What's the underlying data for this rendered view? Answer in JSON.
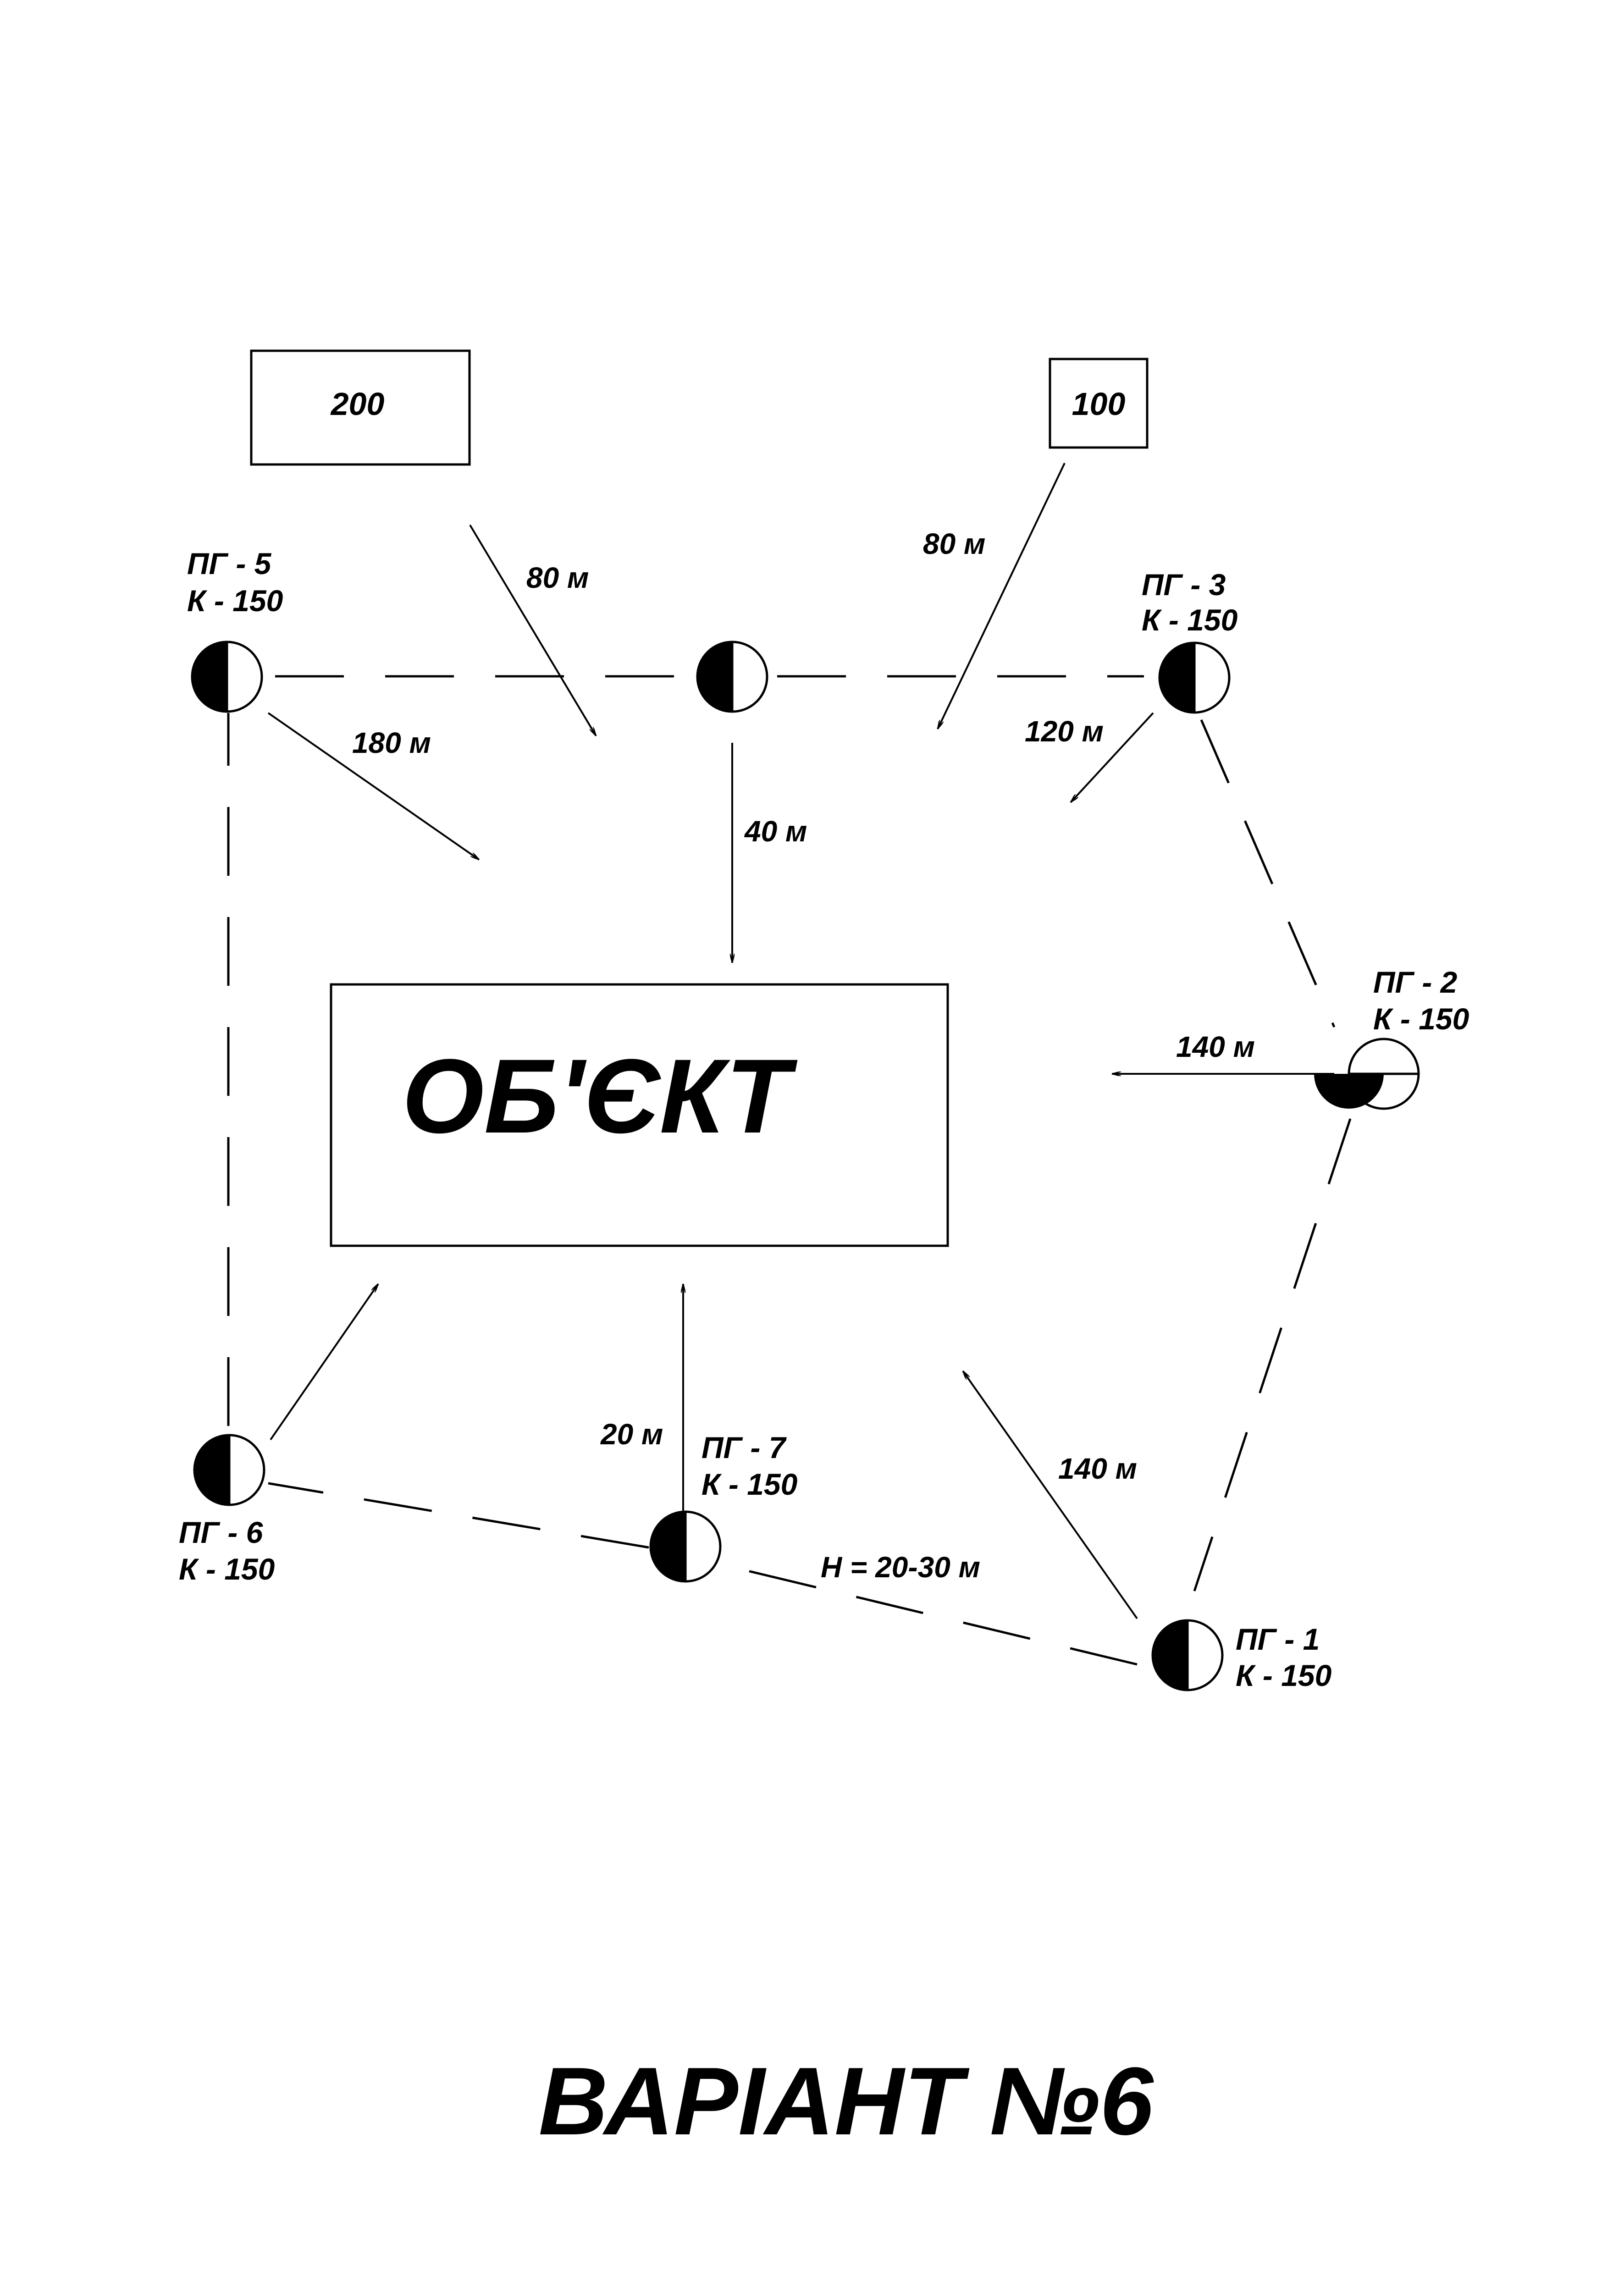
{
  "title": "ВАРІАНТ №6",
  "object": {
    "label": "ОБ'ЄКТ"
  },
  "boxes": [
    {
      "id": "box-200",
      "label": "200"
    },
    {
      "id": "box-100",
      "label": "100"
    }
  ],
  "hydrants": [
    {
      "id": "pg5",
      "name": "ПГ - 5",
      "capacity": "К - 150",
      "fill": "left-half"
    },
    {
      "id": "top-mid",
      "name": "",
      "capacity": "",
      "fill": "left-half"
    },
    {
      "id": "pg3",
      "name": "ПГ - 3",
      "capacity": "К - 150",
      "fill": "left-half"
    },
    {
      "id": "pg2",
      "name": "ПГ - 2",
      "capacity": "К - 150",
      "fill": "bottom-half"
    },
    {
      "id": "pg1",
      "name": "ПГ - 1",
      "capacity": "К - 150",
      "fill": "left-half"
    },
    {
      "id": "pg7",
      "name": "ПГ - 7",
      "capacity": "К - 150",
      "fill": "left-half"
    },
    {
      "id": "pg6",
      "name": "ПГ - 6",
      "capacity": "К - 150",
      "fill": "left-half"
    }
  ],
  "distances": [
    {
      "id": "d-box200",
      "label": "80 м"
    },
    {
      "id": "d-box100",
      "label": "80 м"
    },
    {
      "id": "d-pg5",
      "label": "180 м"
    },
    {
      "id": "d-topmid",
      "label": "40 м"
    },
    {
      "id": "d-pg3",
      "label": "120 м"
    },
    {
      "id": "d-pg2",
      "label": "140 м"
    },
    {
      "id": "d-pg1",
      "label": "140 м"
    },
    {
      "id": "d-pg7",
      "label": "20 м"
    }
  ],
  "depth_note": "Н = 20-30 м",
  "colors": {
    "ink": "#000000",
    "paper": "#ffffff"
  }
}
